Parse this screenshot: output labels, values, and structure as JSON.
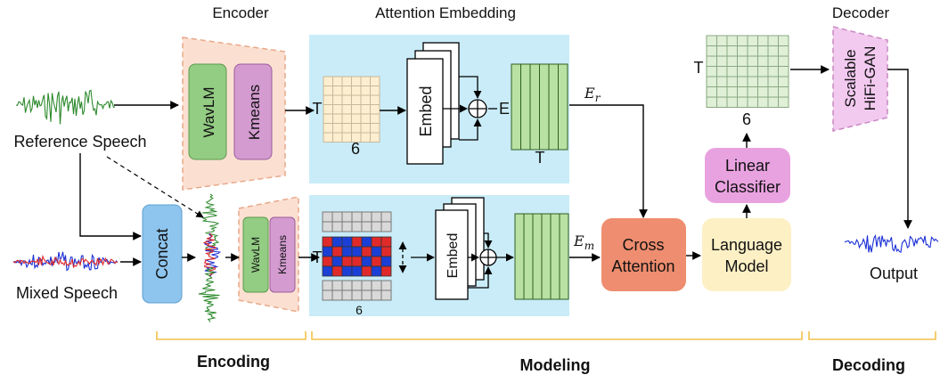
{
  "labels": {
    "encoder": "Encoder",
    "attention_embedding": "Attention Embedding",
    "decoder": "Decoder",
    "reference_speech": "Reference Speech",
    "mixed_speech": "Mixed Speech",
    "output": "Output",
    "wavlm": "WavLM",
    "kmeans": "Kmeans",
    "concat": "Concat",
    "embed": "Embed",
    "t": "T",
    "six": "6",
    "e": "E",
    "e_r_base": "E",
    "e_r_sub": "r",
    "e_m_base": "E",
    "e_m_sub": "m",
    "cross_attention_1": "Cross",
    "cross_attention_2": "Attention",
    "language_model_1": "Language",
    "language_model_2": "Model",
    "linear_classifier_1": "Linear",
    "linear_classifier_2": "Classifier",
    "hifigan_1": "Scalable",
    "hifigan_2": "HiFi-GAN",
    "encoding": "Encoding",
    "modeling": "Modeling",
    "decoding": "Decoding"
  },
  "colors": {
    "attention_bg": "#c9ecf8",
    "encoder_trap": "#fbe0d2",
    "wavlm": "#93cc83",
    "kmeans": "#d39bd0",
    "concat": "#8ec5ee",
    "cross": "#ee8d6f",
    "language": "#fdf0c5",
    "classifier": "#e9a2e0",
    "hifigan": "#f2c9ef",
    "token_grid": "#fdeed0",
    "embed_grid": "#b9e1a3",
    "out_grid": "#dff0d7",
    "bracket": "#f2c149",
    "wave_green": "#2d8a2d",
    "wave_blue": "#1b2fd6",
    "wave_red": "#e02a2a"
  }
}
